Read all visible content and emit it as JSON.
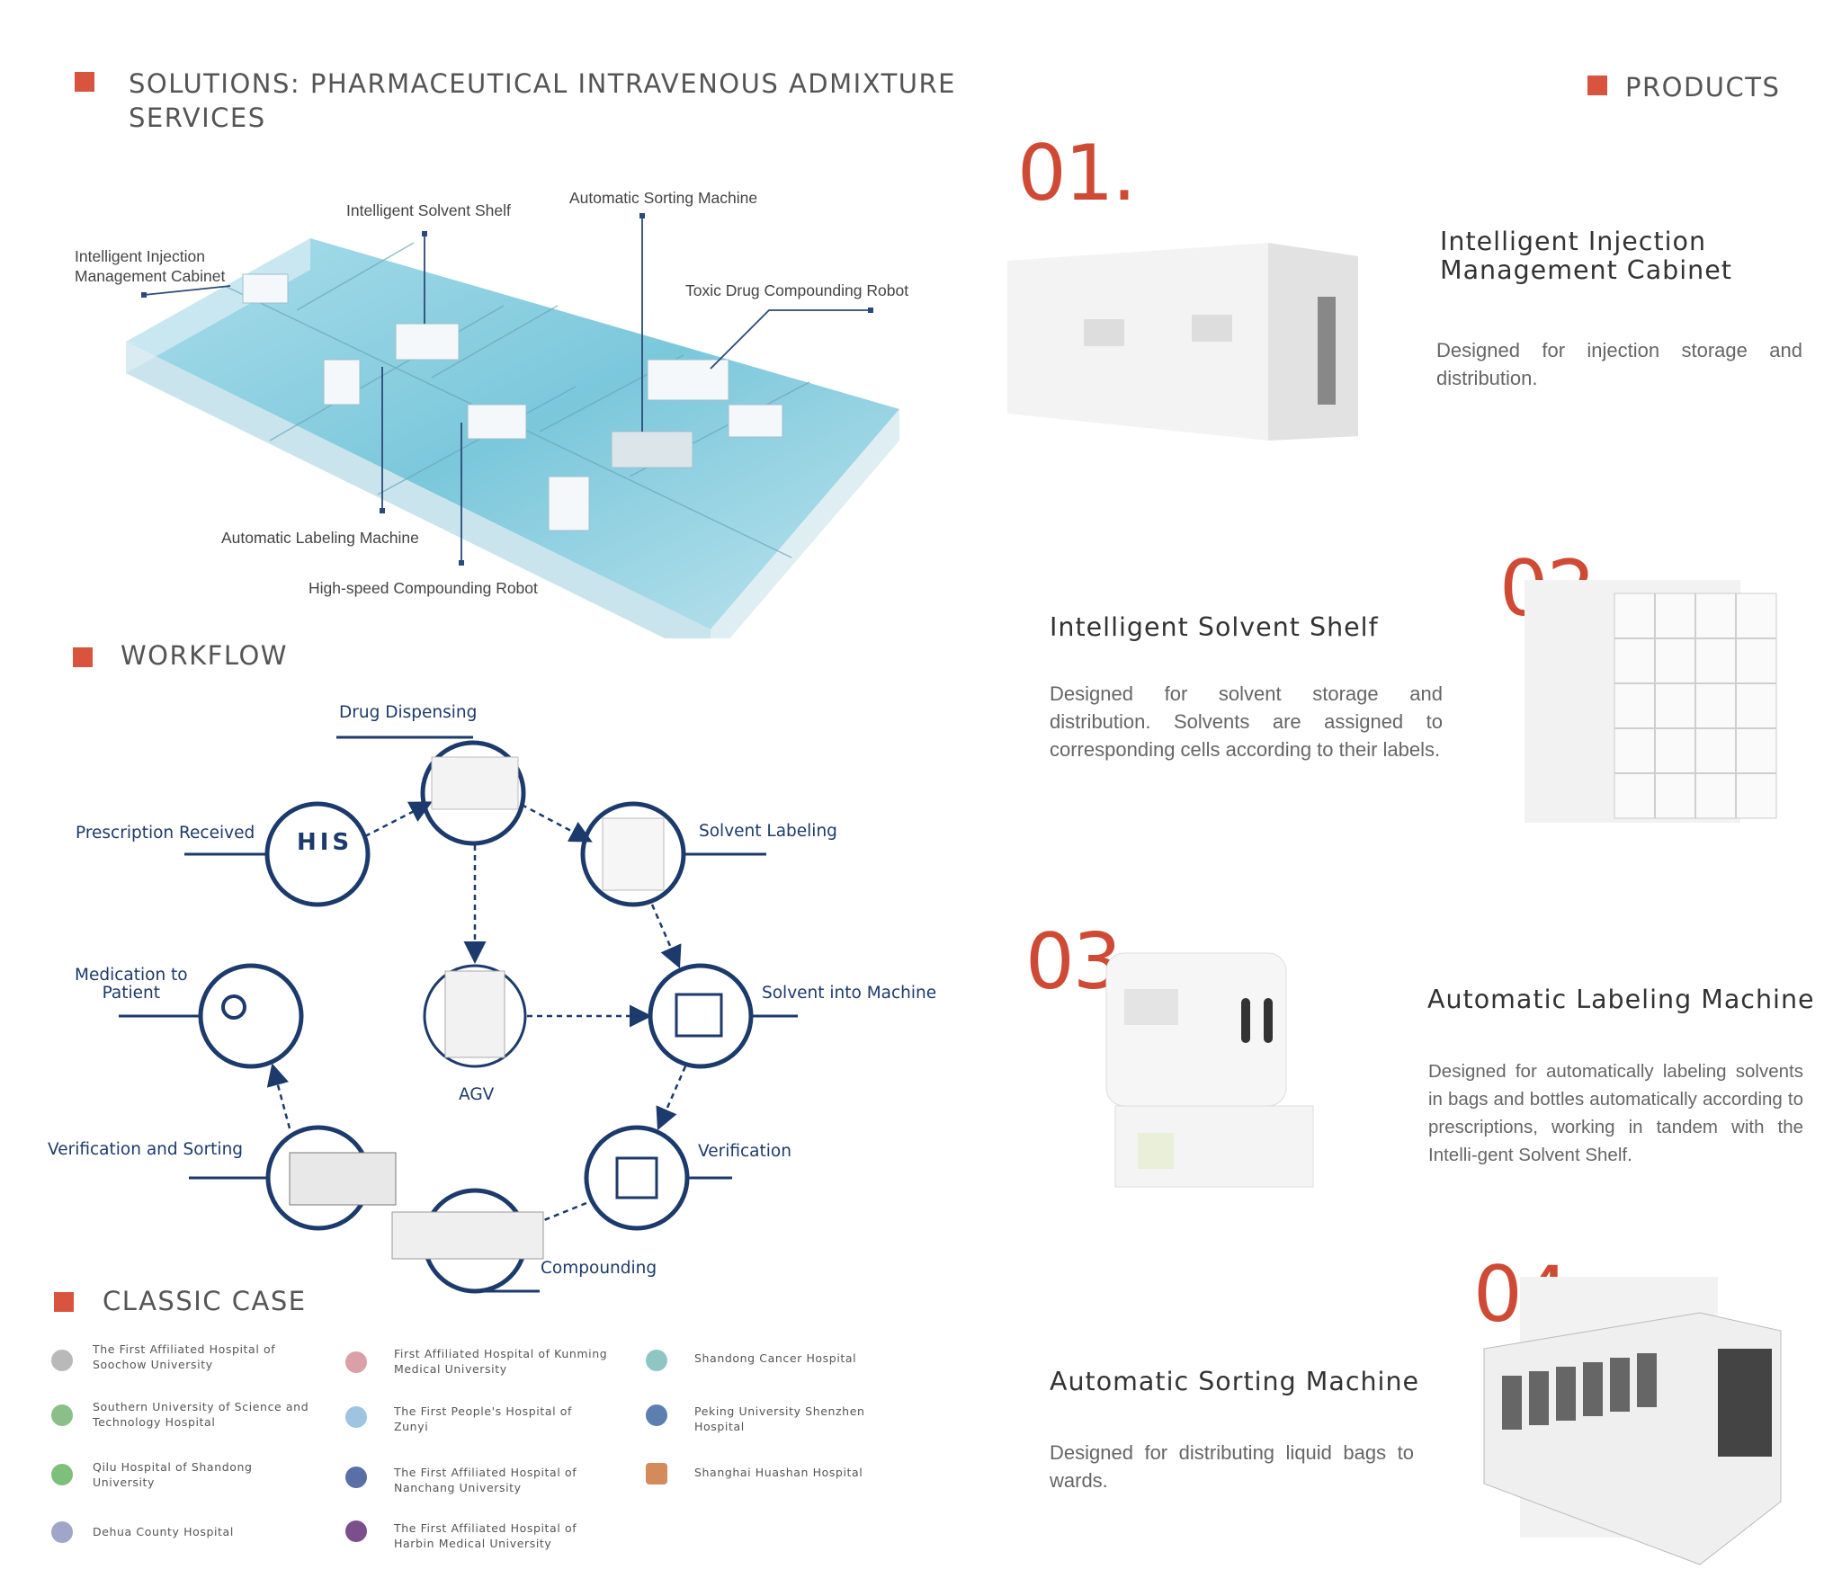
{
  "solutions": {
    "title": "SOLUTIONS: PHARMACEUTICAL INTRAVENOUS ADMIXTURE",
    "title_line2": "SERVICES",
    "callouts": {
      "injection_cabinet_1": "Intelligent Injection",
      "injection_cabinet_2": "Management Cabinet",
      "solvent_shelf": "Intelligent Solvent Shelf",
      "sorting_machine": "Automatic Sorting Machine",
      "toxic_robot": "Toxic Drug Compounding Robot",
      "labeling_machine": "Automatic Labeling Machine",
      "highspeed_robot": "High-speed Compounding Robot"
    }
  },
  "workflow": {
    "title": "WORKFLOW",
    "steps": {
      "drug_dispensing": "Drug Dispensing",
      "prescription_received": "Prescription Received",
      "solvent_labeling": "Solvent Labeling",
      "medication_1": "Medication to",
      "medication_2": "Patient",
      "agv": "AGV",
      "solvent_into_machine": "Solvent into Machine",
      "verification_sorting": "Verification and Sorting",
      "verification": "Verification",
      "compounding": "Compounding"
    },
    "his_text": "HIS"
  },
  "classic_case": {
    "title": "CLASSIC CASE",
    "hospitals": [
      {
        "line1": "The First Affiliated Hospital of",
        "line2": "Soochow University"
      },
      {
        "line1": "Southern University of Science and",
        "line2": "Technology Hospital"
      },
      {
        "line1": "Qilu Hospital of Shandong",
        "line2": "University"
      },
      {
        "line1": "Dehua County Hospital",
        "line2": ""
      },
      {
        "line1": "First Affiliated Hospital of Kunming",
        "line2": "Medical University"
      },
      {
        "line1": "The First People's Hospital of",
        "line2": "Zunyi"
      },
      {
        "line1": "The First Affiliated Hospital of",
        "line2": "Nanchang University"
      },
      {
        "line1": "The First Affiliated Hospital of",
        "line2": "Harbin Medical University"
      },
      {
        "line1": "Shandong Cancer Hospital",
        "line2": ""
      },
      {
        "line1": "Peking University Shenzhen",
        "line2": "Hospital"
      },
      {
        "line1": "Shanghai Huashan Hospital",
        "line2": ""
      }
    ]
  },
  "products": {
    "title": "PRODUCTS",
    "items": [
      {
        "number": "01.",
        "title_1": "Intelligent Injection",
        "title_2": "Management Cabinet",
        "desc": "Designed for injection storage and distribution."
      },
      {
        "number": "02.",
        "title_1": "Intelligent Solvent Shelf",
        "title_2": "",
        "desc": "Designed for solvent storage and distribution. Solvents are assigned to corresponding cells according to their labels."
      },
      {
        "number": "03.",
        "title_1": "Automatic Labeling Machine",
        "title_2": "",
        "desc": "Designed for automatically labeling solvents in bags and bottles automatically according to prescriptions, working in tandem with the Intelli-gent Solvent Shelf."
      },
      {
        "number": "04.",
        "title_1": "Automatic Sorting Machine",
        "title_2": "",
        "desc": "Designed for distributing liquid bags to wards."
      }
    ]
  },
  "colors": {
    "accent": "#d9543f",
    "navy": "#1c3a6b"
  }
}
